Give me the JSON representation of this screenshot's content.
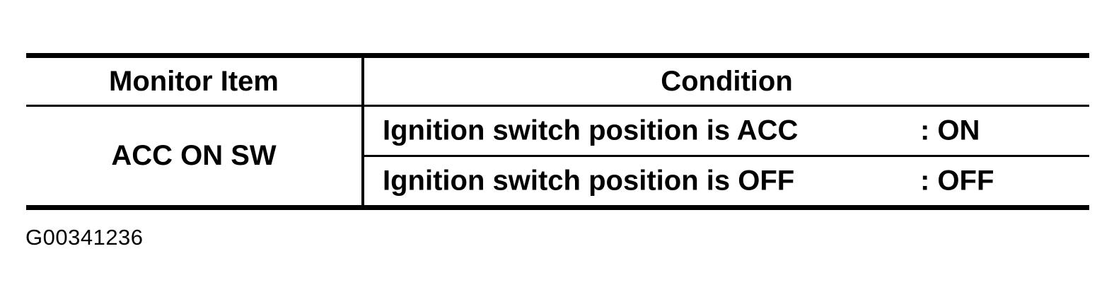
{
  "colors": {
    "ink": "#000000",
    "background": "#ffffff"
  },
  "figure_id": "G00341236",
  "table": {
    "headers": {
      "monitor_item": "Monitor Item",
      "condition": "Condition"
    },
    "monitor_item": "ACC ON SW",
    "rows": [
      {
        "condition": "Ignition switch position is ACC",
        "value": ": ON"
      },
      {
        "condition": "Ignition switch position is OFF",
        "value": ": OFF"
      }
    ]
  }
}
